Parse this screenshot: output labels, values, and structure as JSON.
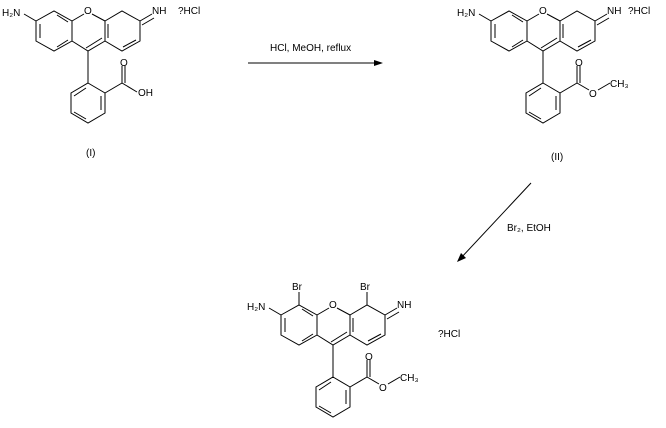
{
  "compounds": {
    "I": {
      "label": "(I)",
      "salt": "?HCl",
      "amine": "H₂N",
      "imine": "NH",
      "ring_o": "O",
      "carbonyl_o": "O",
      "acid_oh": "OH"
    },
    "II": {
      "label": "(II)",
      "salt": "?HCl",
      "amine": "H₂N",
      "imine": "NH",
      "ring_o": "O",
      "carbonyl_o": "O",
      "ester_o": "O",
      "methyl": "CH₃"
    },
    "III": {
      "salt": "?HCl",
      "amine": "H₂N",
      "imine": "NH",
      "ring_o": "O",
      "carbonyl_o": "O",
      "ester_o": "O",
      "methyl": "CH₃",
      "br_left": "Br",
      "br_right": "Br"
    }
  },
  "steps": [
    {
      "reagents": "HCl, MeOH, reflux"
    },
    {
      "reagents": "Br₂, EtOH"
    }
  ]
}
